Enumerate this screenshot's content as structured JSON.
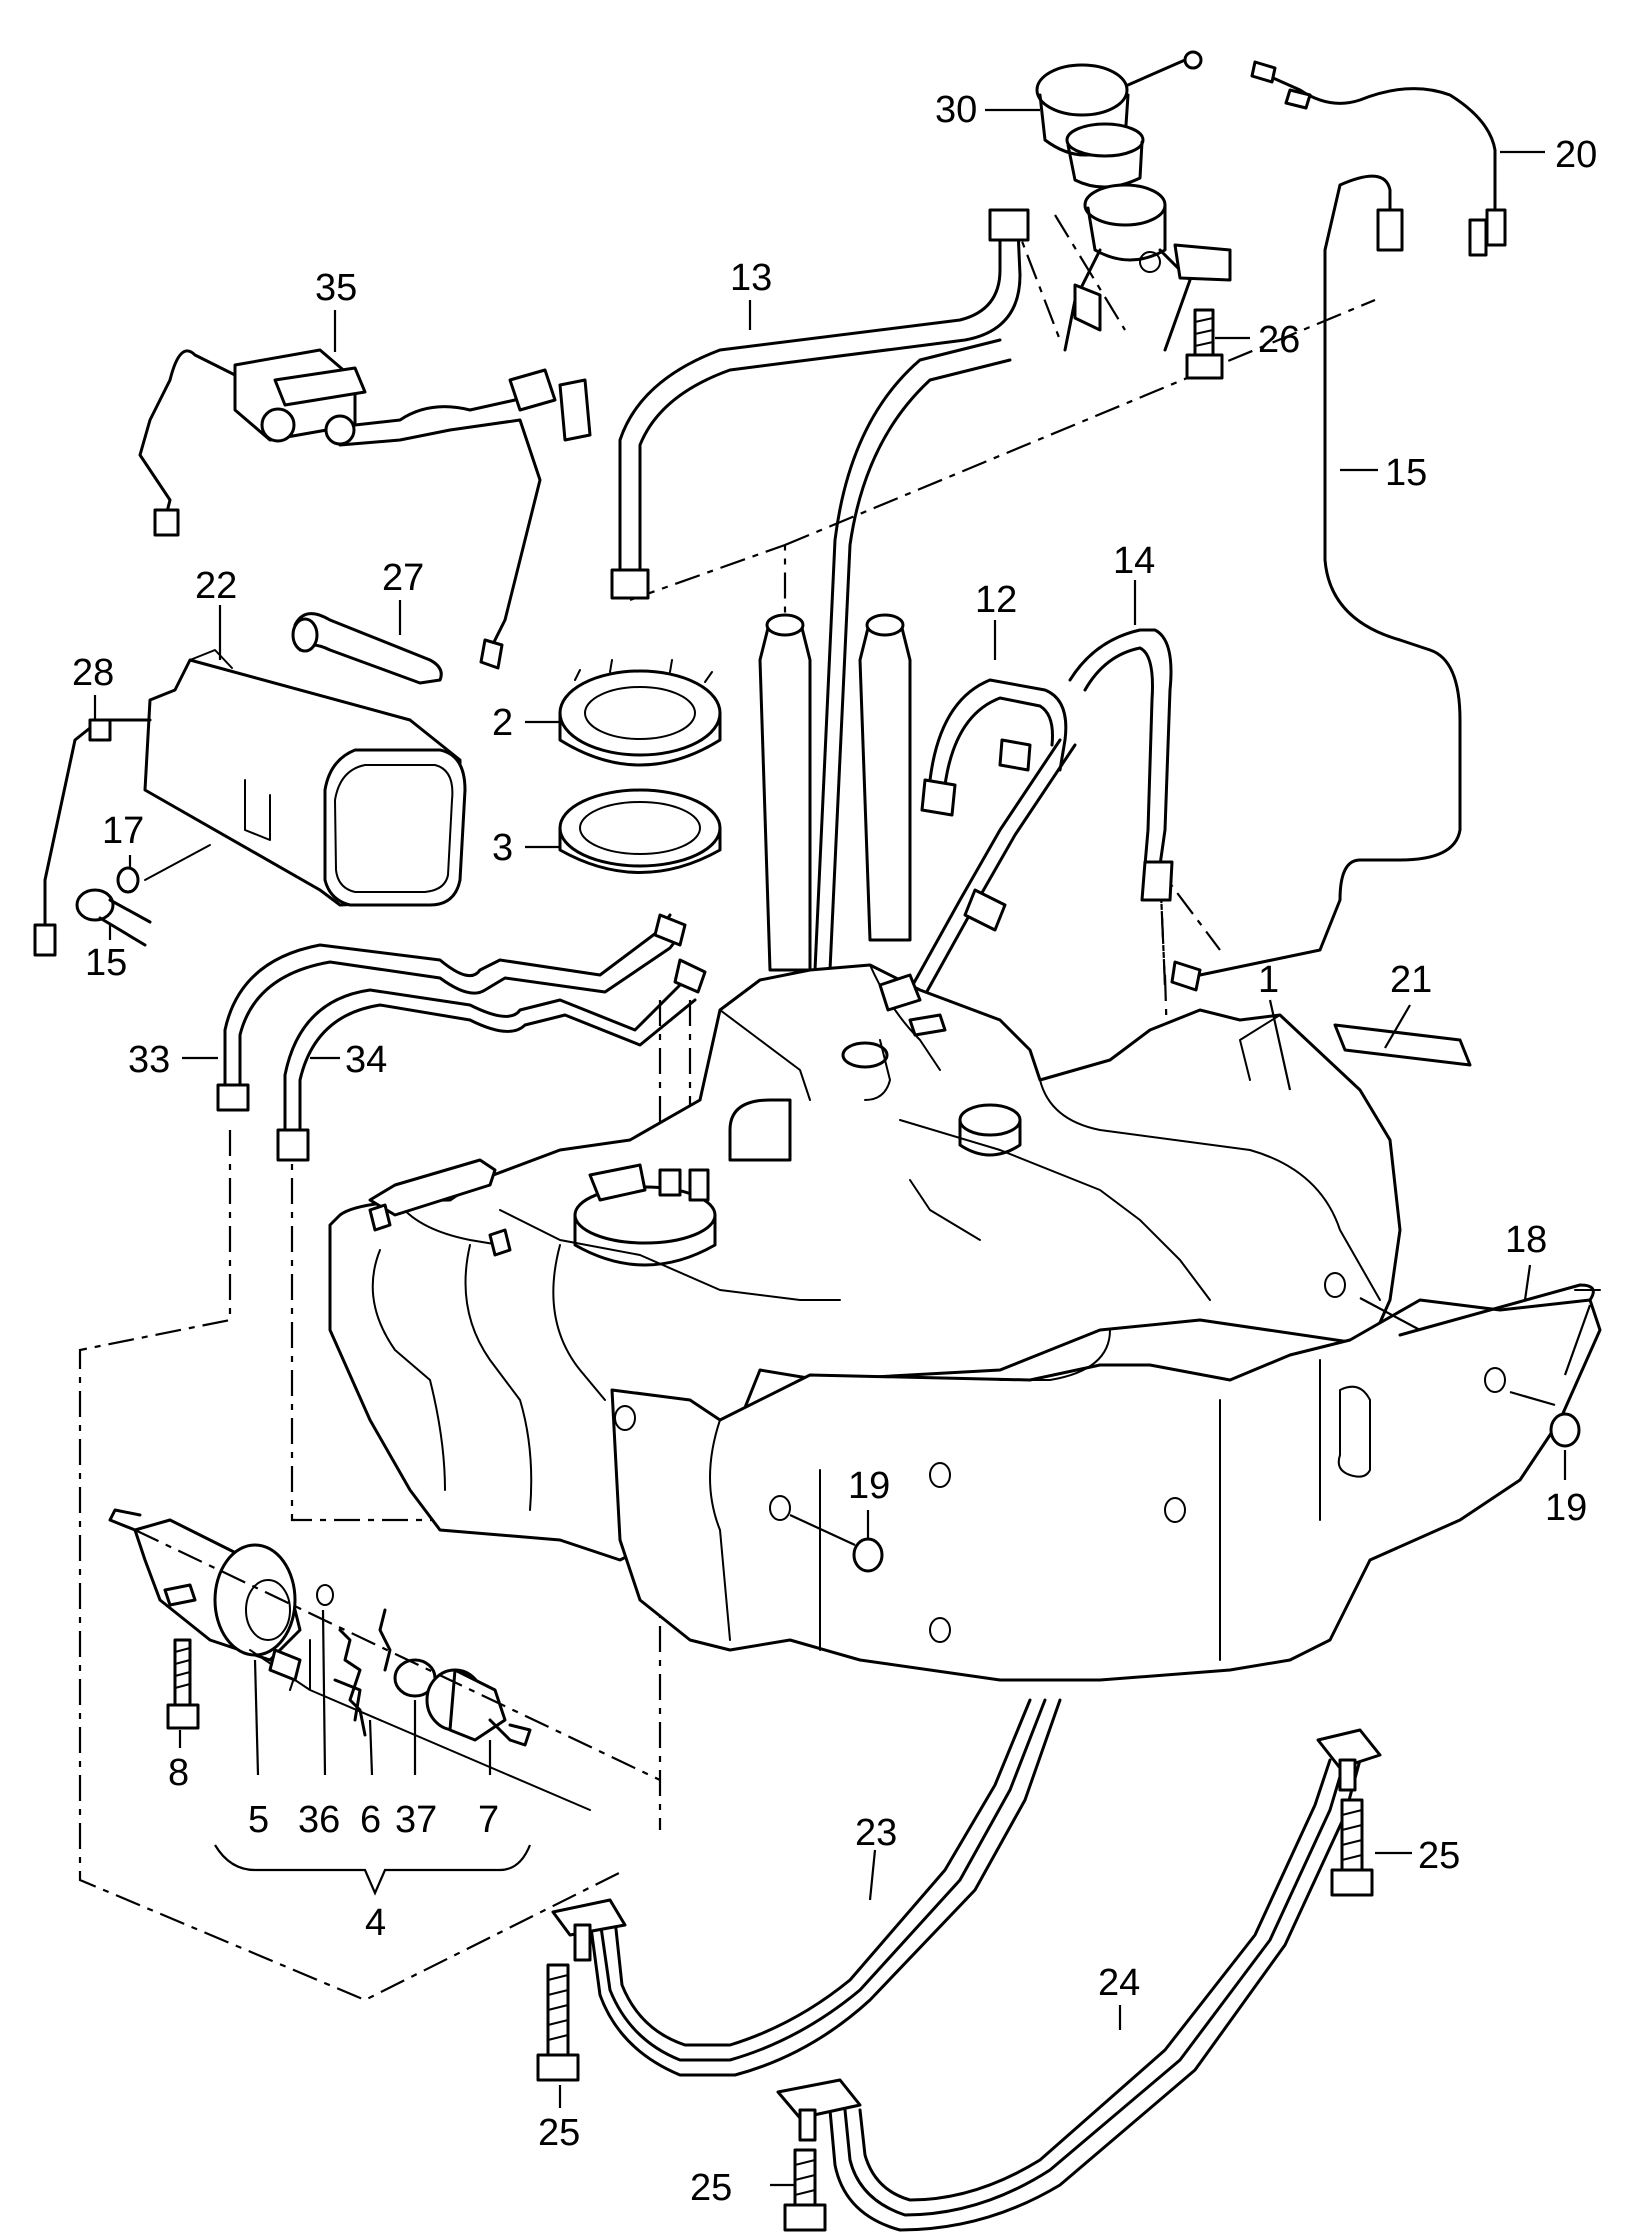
{
  "callouts": {
    "c1": "1",
    "c2": "2",
    "c3": "3",
    "c4": "4",
    "c5": "5",
    "c6": "6",
    "c7": "7",
    "c8": "8",
    "c12": "12",
    "c13": "13",
    "c14": "14",
    "c15a": "15",
    "c15b": "15",
    "c17": "17",
    "c18": "18",
    "c19a": "19",
    "c19b": "19",
    "c20": "20",
    "c21": "21",
    "c22": "22",
    "c23": "23",
    "c24": "24",
    "c25a": "25",
    "c25b": "25",
    "c25c": "25",
    "c26": "26",
    "c27": "27",
    "c28": "28",
    "c30": "30",
    "c33": "33",
    "c34": "34",
    "c35": "35",
    "c36": "36",
    "c37": "37"
  }
}
